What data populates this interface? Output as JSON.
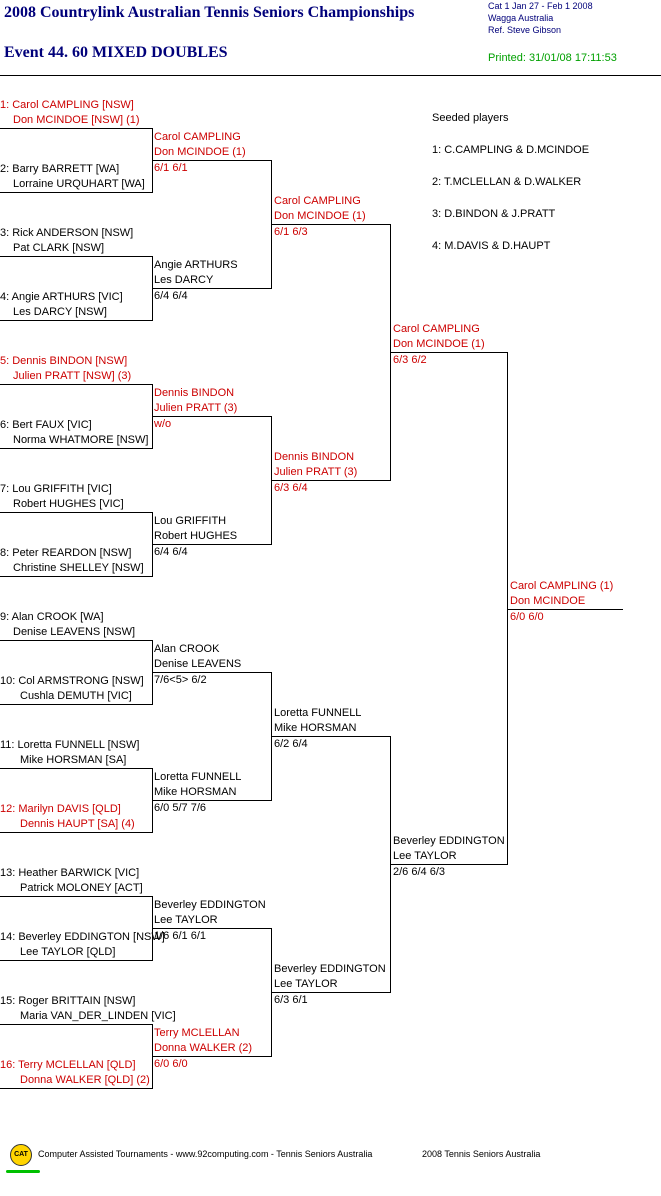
{
  "header": {
    "title": "2008 Countrylink Australian Tennis Seniors Championships",
    "event": "Event 44. 60 MIXED DOUBLES",
    "meta1": "Cat 1   Jan 27 - Feb 1 2008",
    "meta2": "Wagga   Australia",
    "meta3": "Ref. Steve Gibson",
    "printed": "Printed: 31/01/08 17:11:53"
  },
  "seeds": {
    "title": "Seeded players",
    "items": [
      "1: C.CAMPLING & D.MCINDOE",
      "2: T.MCLELLAN & D.WALKER",
      "3: D.BINDON & J.PRATT",
      "4: M.DAVIS & D.HAUPT"
    ]
  },
  "r1": [
    {
      "p1": "1: Carol CAMPLING [NSW]",
      "p2": "Don MCINDOE [NSW] (1)",
      "seed": true
    },
    {
      "p1": "2: Barry BARRETT [WA]",
      "p2": "Lorraine URQUHART [WA]",
      "seed": false
    },
    {
      "p1": "3: Rick ANDERSON [NSW]",
      "p2": "Pat CLARK [NSW]",
      "seed": false
    },
    {
      "p1": "4: Angie ARTHURS [VIC]",
      "p2": "Les DARCY [NSW]",
      "seed": false
    },
    {
      "p1": "5: Dennis BINDON [NSW]",
      "p2": "Julien PRATT [NSW] (3)",
      "seed": true
    },
    {
      "p1": "6: Bert FAUX [VIC]",
      "p2": "Norma WHATMORE [NSW]",
      "seed": false
    },
    {
      "p1": "7: Lou GRIFFITH [VIC]",
      "p2": "Robert HUGHES [VIC]",
      "seed": false
    },
    {
      "p1": "8: Peter REARDON [NSW]",
      "p2": "Christine SHELLEY [NSW]",
      "seed": false
    },
    {
      "p1": "9: Alan CROOK [WA]",
      "p2": "Denise LEAVENS [NSW]",
      "seed": false
    },
    {
      "p1": "10: Col ARMSTRONG [NSW]",
      "p2": "Cushla DEMUTH [VIC]",
      "seed": false
    },
    {
      "p1": "11: Loretta FUNNELL [NSW]",
      "p2": "Mike HORSMAN [SA]",
      "seed": false
    },
    {
      "p1": "12: Marilyn DAVIS [QLD]",
      "p2": "Dennis HAUPT [SA] (4)",
      "seed": true
    },
    {
      "p1": "13: Heather BARWICK [VIC]",
      "p2": "Patrick MOLONEY [ACT]",
      "seed": false
    },
    {
      "p1": "14: Beverley EDDINGTON [NSW]",
      "p2": "Lee TAYLOR [QLD]",
      "seed": false
    },
    {
      "p1": "15: Roger BRITTAIN [NSW]",
      "p2": "Maria VAN_DER_LINDEN [VIC]",
      "seed": false
    },
    {
      "p1": "16: Terry MCLELLAN [QLD]",
      "p2": "Donna WALKER [QLD] (2)",
      "seed": true
    }
  ],
  "r2": [
    {
      "p1": "Carol CAMPLING",
      "p2": "Don MCINDOE (1)",
      "score": "6/1 6/1",
      "seed": true
    },
    {
      "p1": "Angie ARTHURS",
      "p2": "Les DARCY",
      "score": "6/4 6/4",
      "seed": false
    },
    {
      "p1": "Dennis BINDON",
      "p2": "Julien PRATT (3)",
      "score": "w/o",
      "seed": true
    },
    {
      "p1": "Lou GRIFFITH",
      "p2": "Robert HUGHES",
      "score": "6/4 6/4",
      "seed": false
    },
    {
      "p1": "Alan CROOK",
      "p2": "Denise LEAVENS",
      "score": "7/6<5> 6/2",
      "seed": false
    },
    {
      "p1": "Loretta FUNNELL",
      "p2": "Mike HORSMAN",
      "score": "6/0 5/7 7/6",
      "seed": false
    },
    {
      "p1": "Beverley EDDINGTON",
      "p2": "Lee TAYLOR",
      "score": "1/6 6/1 6/1",
      "seed": false
    },
    {
      "p1": "Terry MCLELLAN",
      "p2": "Donna WALKER (2)",
      "score": "6/0 6/0",
      "seed": true
    }
  ],
  "r3": [
    {
      "p1": "Carol CAMPLING",
      "p2": "Don MCINDOE (1)",
      "score": "6/1 6/3",
      "seed": true
    },
    {
      "p1": "Dennis BINDON",
      "p2": "Julien PRATT (3)",
      "score": "6/3 6/4",
      "seed": true
    },
    {
      "p1": "Loretta FUNNELL",
      "p2": "Mike HORSMAN",
      "score": "6/2 6/4",
      "seed": false
    },
    {
      "p1": "Beverley EDDINGTON",
      "p2": "Lee TAYLOR",
      "score": "6/3 6/1",
      "seed": false
    }
  ],
  "r4": [
    {
      "p1": "Carol CAMPLING",
      "p2": "Don MCINDOE (1)",
      "score": "6/3 6/2",
      "seed": true
    },
    {
      "p1": "Beverley EDDINGTON",
      "p2": "Lee TAYLOR",
      "score": "2/6 6/4 6/3",
      "seed": false
    }
  ],
  "r5": [
    {
      "p1": "Carol CAMPLING (1)",
      "p2": "Don MCINDOE",
      "score": "6/0 6/0",
      "seed": true
    }
  ],
  "footer": {
    "logo": "CAT",
    "left": "Computer Assisted Tournaments - www.92computing.com -  Tennis Seniors Australia",
    "right": "2008 Tennis Seniors Australia"
  }
}
